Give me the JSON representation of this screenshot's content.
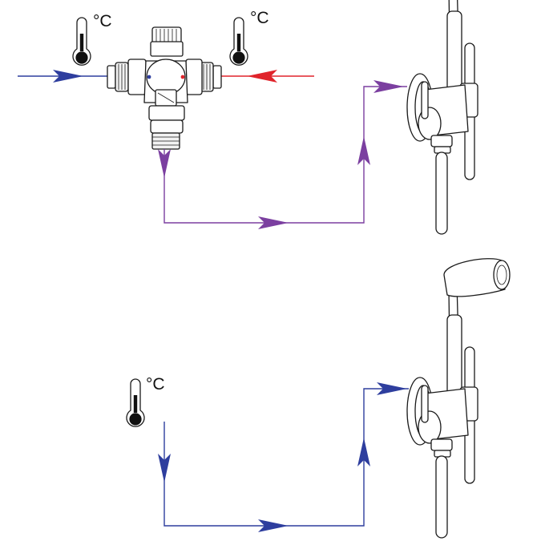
{
  "colors": {
    "cold": "#2e3e9e",
    "hot": "#e0242b",
    "mixed": "#7b3fa0",
    "outline": "#1a1a1a"
  },
  "icons": {
    "thermometer": "thermometer-icon",
    "mixing_valve": "thermostatic-mixing-valve-icon",
    "bidet_shower": "bidet-shower-icon"
  },
  "labels": {
    "unit_cold_top": "°C",
    "unit_hot_top": "°C",
    "unit_cold_bottom": "°C"
  }
}
